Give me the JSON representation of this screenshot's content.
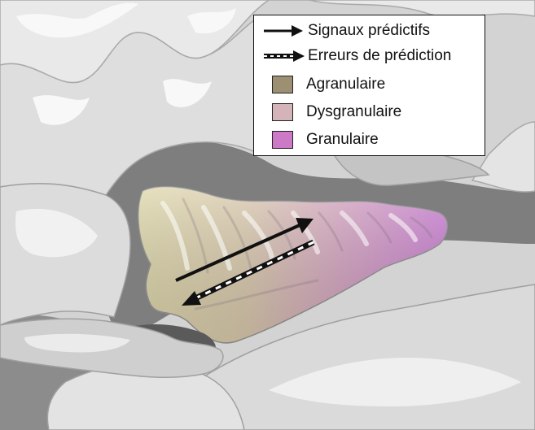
{
  "legend": {
    "items": [
      {
        "label": "Signaux prédictifs",
        "kind": "solid-arrow"
      },
      {
        "label": "Erreurs de prédiction",
        "kind": "dashed-arrow"
      },
      {
        "label": "Agranulaire",
        "kind": "swatch",
        "color": "#9c8f72"
      },
      {
        "label": "Dysgranulaire",
        "kind": "swatch",
        "color": "#d4b3b9"
      },
      {
        "label": "Granulaire",
        "kind": "swatch",
        "color": "#cc79c8"
      }
    ]
  },
  "colors": {
    "agranular": "#d8d2a6",
    "dysgranular": "#d6b3bb",
    "granular": "#c97ad0",
    "cortex_light": "#e6e6e6",
    "cortex_mid": "#c9c9c9",
    "cortex_dark": "#8d8d8d",
    "arrow": "#111111"
  }
}
